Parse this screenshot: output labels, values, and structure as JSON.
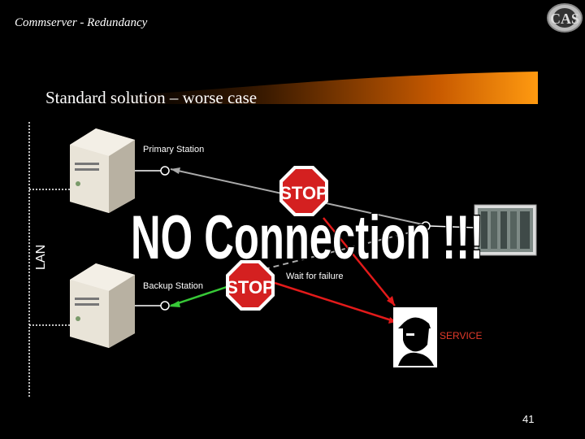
{
  "header": {
    "title": "Commserver - Redundancy",
    "logo_text": "CAS"
  },
  "slide": {
    "title": "Standard solution – worse case",
    "page_number": "41"
  },
  "diagram": {
    "lan_label": "LAN",
    "primary_station_label": "Primary Station",
    "backup_station_label": "Backup Station",
    "wait_label": "Wait for failure",
    "service_label": "SERVICE",
    "stop_sign_text": "STOP",
    "overlay_text": "NO Connection !!!"
  },
  "colors": {
    "accent_red": "#e31a1a",
    "green_link": "#37c837",
    "banner_orange": "#ff8a00"
  }
}
